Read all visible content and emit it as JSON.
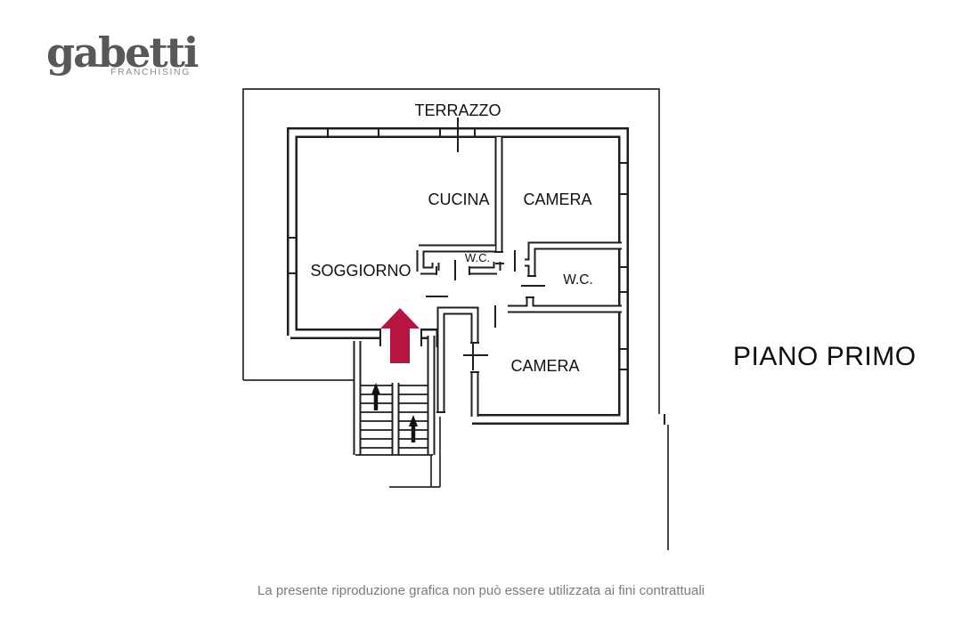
{
  "logo": {
    "brand": "gabetti",
    "sub": "FRANCHISING"
  },
  "plan": {
    "labels": {
      "terrazzo": "TERRAZZO",
      "cucina": "CUCINA",
      "camera_top": "CAMERA",
      "soggiorno": "SOGGIORNO",
      "wc_small": "W.C.",
      "wc_right": "W.C.",
      "camera_bottom": "CAMERA"
    },
    "floor_title": "PIANO PRIMO",
    "arrow_color": "#b61441",
    "line_color": "#1f1f1f"
  },
  "footer": {
    "disclaimer": "La presente riproduzione grafica non può essere utilizzata ai fini contrattuali"
  }
}
